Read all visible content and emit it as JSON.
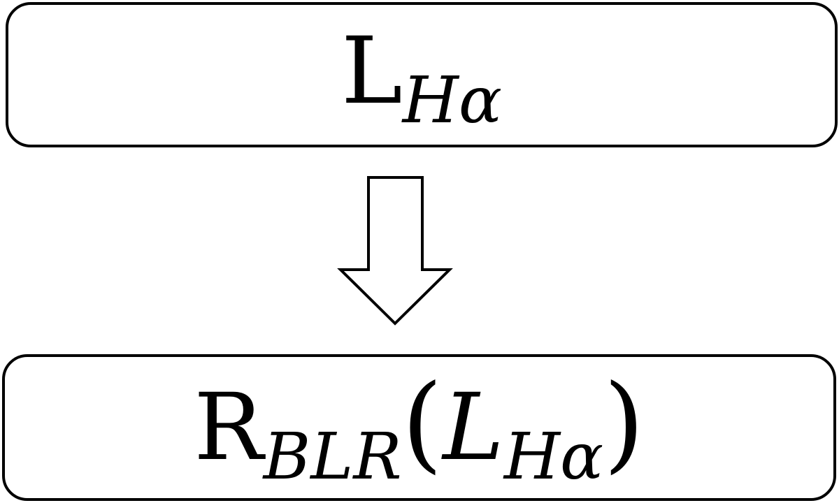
{
  "diagram": {
    "top_box": {
      "main": "L",
      "subscript": "Hα"
    },
    "bottom_box": {
      "main": "R",
      "subscript": "BLR",
      "open_paren": "(",
      "inner_main": "L",
      "inner_subscript": "Hα",
      "close_paren": ")"
    },
    "arrow": {
      "direction": "down",
      "icon": "arrow-down-icon"
    },
    "colors": {
      "stroke": "#000000",
      "background": "#ffffff"
    }
  }
}
